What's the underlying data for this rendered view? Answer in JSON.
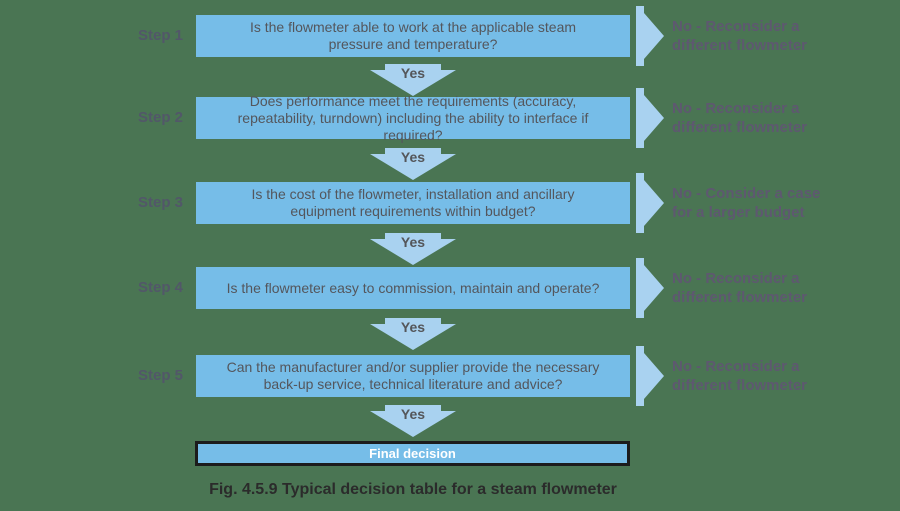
{
  "figure": {
    "caption": "Fig. 4.5.9 Typical decision table for a steam flowmeter",
    "final_label": "Final decision"
  },
  "steps": [
    {
      "label": "Step 1",
      "question": "Is the flowmeter able to work at the applicable steam pressure and temperature?",
      "yes_label": "Yes",
      "no_lines": [
        "No - Reconsider a",
        "different flowmeter"
      ]
    },
    {
      "label": "Step 2",
      "question": "Does performance meet the requirements (accuracy, repeatability, turndown) including the ability to interface if required?",
      "yes_label": "Yes",
      "no_lines": [
        "No - Reconsider a",
        "different flowmeter"
      ]
    },
    {
      "label": "Step 3",
      "question": "Is the cost of the flowmeter, installation and ancillary equipment requirements within budget?",
      "yes_label": "Yes",
      "no_lines": [
        "No - Consider a case",
        "for a larger budget"
      ]
    },
    {
      "label": "Step 4",
      "question": "Is the flowmeter easy to commission, maintain and operate?",
      "yes_label": "Yes",
      "no_lines": [
        "No - Reconsider a",
        "different flowmeter"
      ]
    },
    {
      "label": "Step 5",
      "question": "Can the manufacturer and/or supplier provide the necessary back-up service, technical literature and advice?",
      "yes_label": "Yes",
      "no_lines": [
        "No - Reconsider a",
        "different flowmeter"
      ]
    }
  ],
  "colors": {
    "background": "#4a7553",
    "box_fill": "#76bde8",
    "arrow_fill": "#a9d2f0",
    "question_text": "#54565c",
    "step_text": "#525769",
    "side_text": "#5e5870",
    "yes_text": "#54565a",
    "final_border": "#1c1c1c",
    "final_text": "#ffffff",
    "caption_text": "#2b2b2b"
  }
}
